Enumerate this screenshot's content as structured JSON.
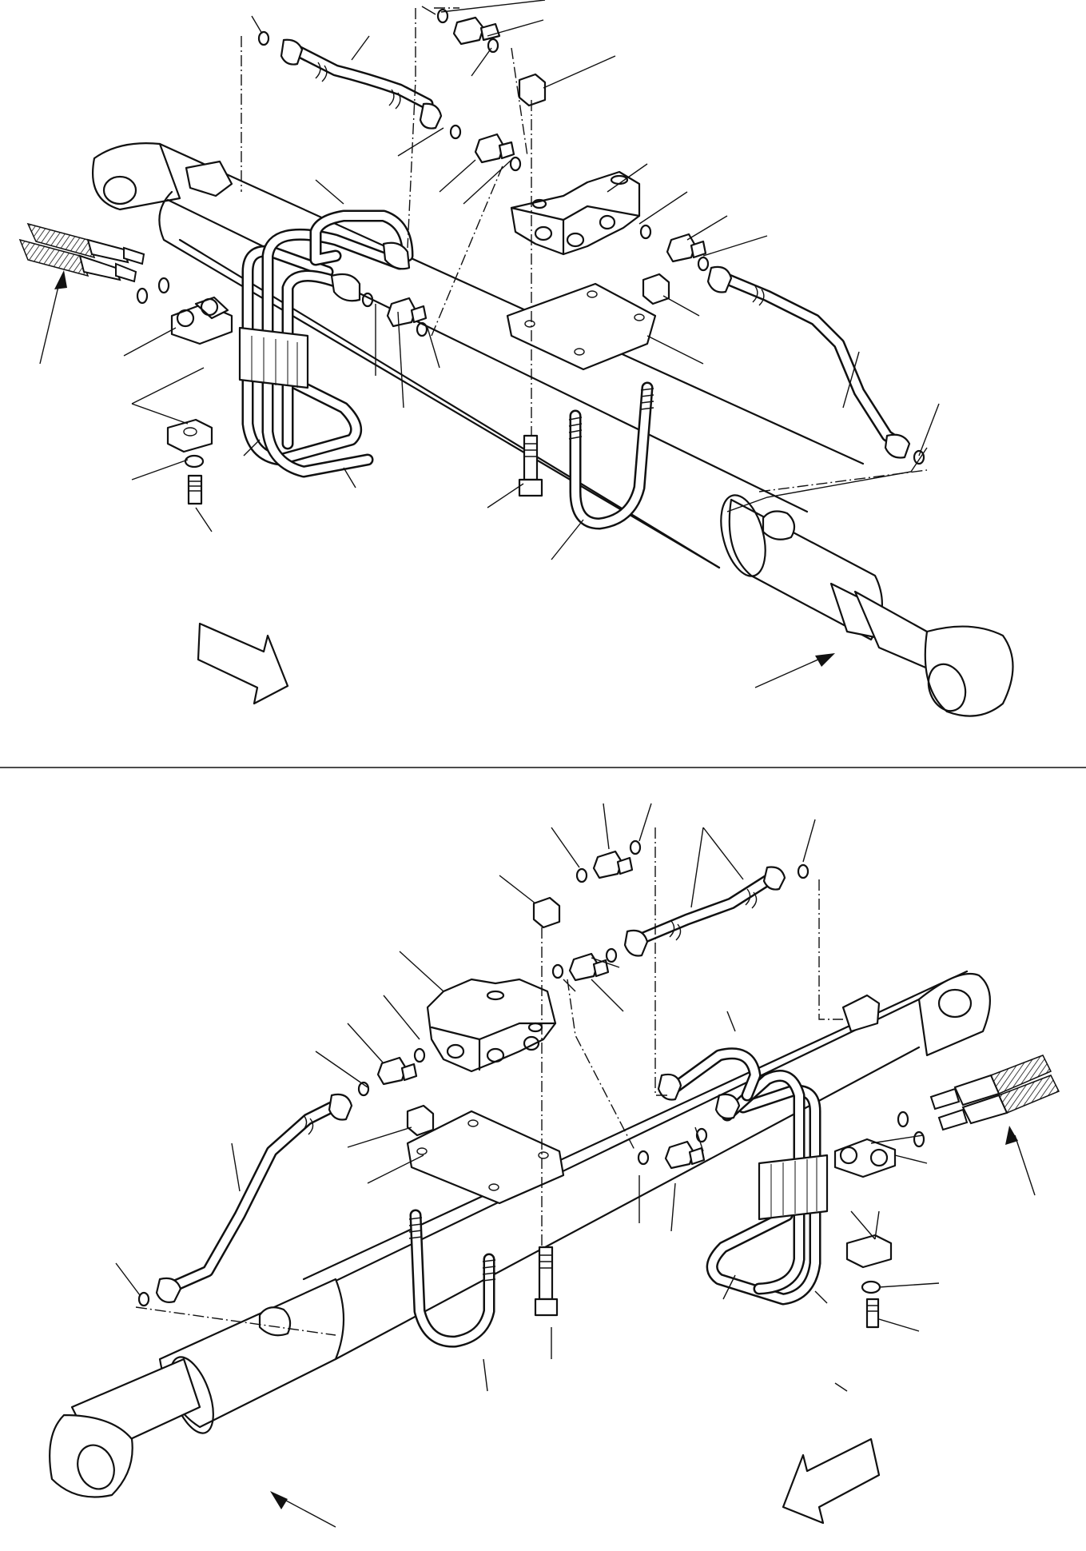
{
  "drawing": {
    "title": "",
    "views": [
      {
        "name": "upper-view",
        "arrow_direction": "down-right"
      },
      {
        "name": "lower-view",
        "arrow_direction": "down-left"
      }
    ],
    "components": [
      {
        "id": "hydraulic-cylinder",
        "icon": "cylinder-icon"
      },
      {
        "id": "distribution-block",
        "icon": "manifold-block-icon"
      },
      {
        "id": "mounting-plate",
        "icon": "plate-icon"
      },
      {
        "id": "u-bolt",
        "icon": "u-bolt-icon"
      },
      {
        "id": "rigid-tube",
        "icon": "tube-icon"
      },
      {
        "id": "looped-tube-pair",
        "icon": "tube-loop-icon"
      },
      {
        "id": "flexible-hose",
        "icon": "hose-icon"
      },
      {
        "id": "tube-clamp",
        "icon": "clamp-icon"
      },
      {
        "id": "union-fitting",
        "icon": "fitting-icon"
      },
      {
        "id": "o-ring",
        "icon": "o-ring-icon"
      },
      {
        "id": "nut",
        "icon": "nut-icon"
      },
      {
        "id": "bolt",
        "icon": "bolt-icon"
      },
      {
        "id": "washer",
        "icon": "washer-icon"
      }
    ],
    "colors": {
      "ink": "#111111",
      "paper": "#ffffff"
    }
  }
}
